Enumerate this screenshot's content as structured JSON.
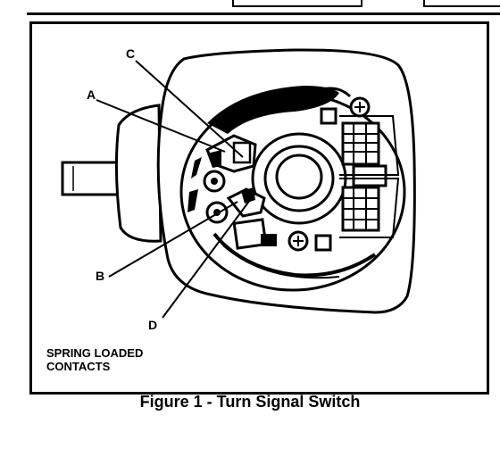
{
  "callouts": {
    "a": "A",
    "b": "B",
    "c": "C",
    "d": "D"
  },
  "note": {
    "line1": "SPRING LOADED",
    "line2": "CONTACTS"
  },
  "caption": "Figure 1 - Turn Signal Switch"
}
